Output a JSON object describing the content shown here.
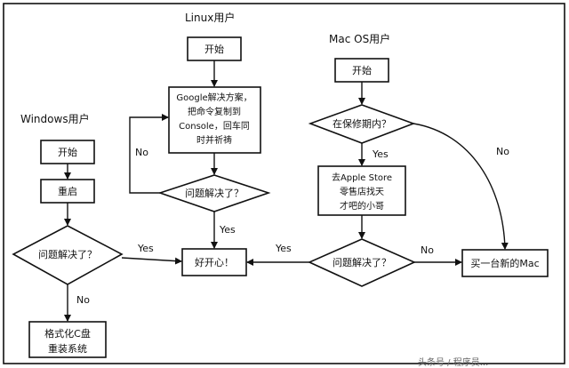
{
  "headers": {
    "linux": "Linux用户",
    "mac": "Mac OS用户",
    "windows": "Windows用户"
  },
  "linux": {
    "start": "开始",
    "google": [
      "Google解决方案，",
      "把命令复制到",
      "Console，回车同",
      "时并祈祷"
    ],
    "solved": "问题解决了？"
  },
  "mac": {
    "start": "开始",
    "warranty": "在保修期内？",
    "apple_store": [
      "去Apple Store",
      "零售店找天",
      "才吧的小哥"
    ],
    "solved": "问题解决了？",
    "buy_new": "买一台新的Mac"
  },
  "windows": {
    "start": "开始",
    "restart": "重启",
    "solved": "问题解决了？",
    "format": [
      "格式化C盘",
      "重装系统"
    ]
  },
  "shared": {
    "happy": "好开心！"
  },
  "edge_labels": {
    "yes": "Yes",
    "no": "No"
  },
  "watermark": "头条号 / 程序员..."
}
